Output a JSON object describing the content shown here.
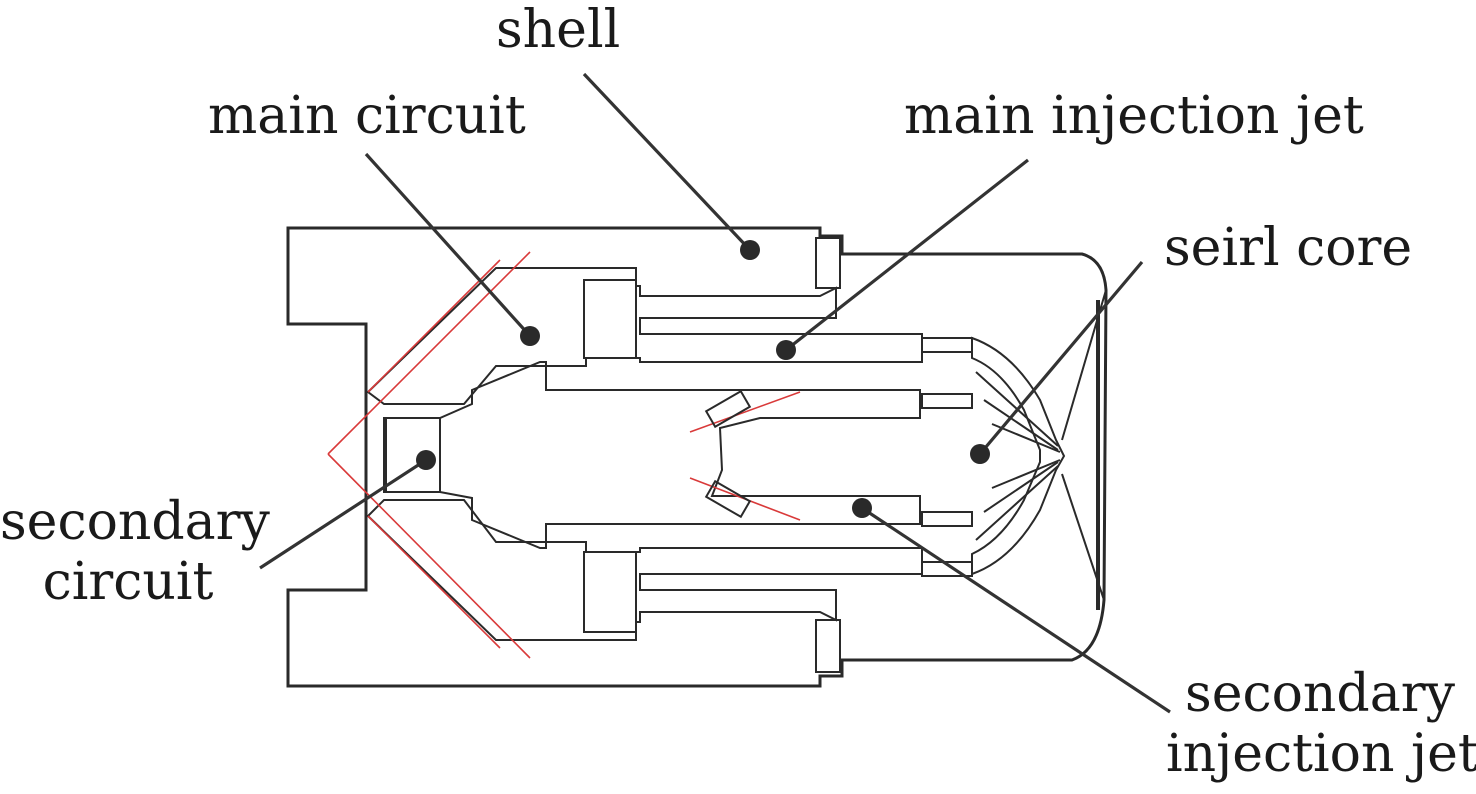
{
  "colors": {
    "hatch": "#9fcfd6",
    "outline": "#2a2a2a",
    "leader": "#333333",
    "construction": "#d93a3a",
    "background": "#ffffff"
  },
  "labels": {
    "shell": "shell",
    "main_circuit": "main circuit",
    "main_injection_jet": "main injection jet",
    "swirl_core": "seirl core",
    "secondary_circuit_line1": "secondary",
    "secondary_circuit_line2": "circuit",
    "secondary_injection_jet_line1": "secondary",
    "secondary_injection_jet_line2": "injection jet"
  }
}
